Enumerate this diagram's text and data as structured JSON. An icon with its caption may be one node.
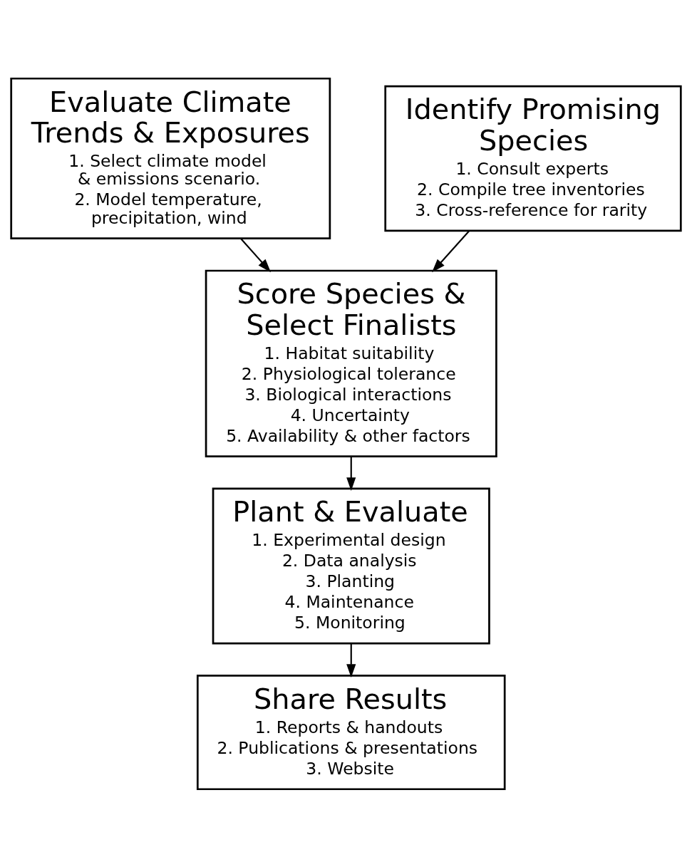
{
  "diagram": {
    "nodes": [
      {
        "text": [
          "Evaluate Climate Trends & Exposures",
          "1. Select climate model & emissions scenario.",
          "2. Model temperature, precipitation, wind"
        ]
      },
      {
        "text": [
          "Identify Promising Species",
          "1. Consult experts",
          "2. Compile tree inventories",
          "3. Cross-reference for rarity"
        ]
      },
      {
        "text": [
          "Score Species & Select Finalists",
          "1. Habitat suitability",
          "2. Physiological tolerance",
          "3. Biological interactions",
          "4. Uncertainty",
          "5. Availability & other factors"
        ]
      },
      {
        "text": [
          "Plant & Evaluate",
          "1. Experimental design",
          "2. Data analysis",
          "3. Planting",
          "4. Maintenance",
          "5. Monitoring"
        ]
      },
      {
        "text": [
          "Share Results",
          "1. Reports & handouts",
          "2. Publications & presentations",
          "3. Website"
        ]
      }
    ],
    "edges": [
      {
        "from": 0,
        "to": 2,
        "arrow": "to"
      },
      {
        "from": 1,
        "to": 2,
        "arrow": "to"
      },
      {
        "from": 2,
        "to": 3,
        "arrow": "to"
      },
      {
        "from": 3,
        "to": 4,
        "arrow": "to"
      }
    ]
  }
}
